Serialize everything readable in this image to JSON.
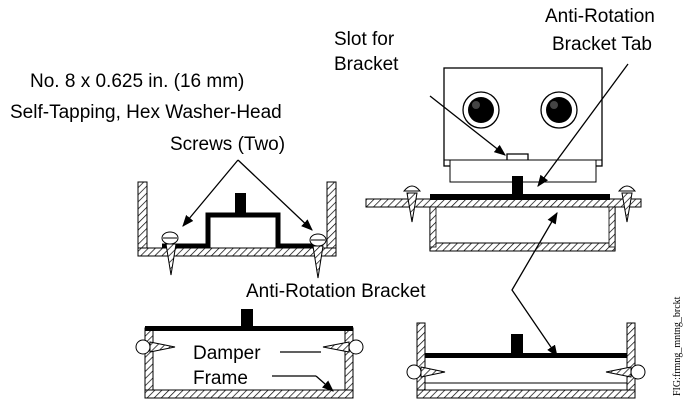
{
  "labels": {
    "slot_line1": "Slot for",
    "slot_line2": "Bracket",
    "tab_line1": "Anti-Rotation",
    "tab_line2": "Bracket Tab",
    "screws_line1": "No. 8 x 0.625 in. (16 mm)",
    "screws_line2": "Self-Tapping, Hex Washer-Head",
    "screws_line3": "Screws (Two)",
    "bracket": "Anti-Rotation Bracket",
    "damper_line1": "Damper",
    "damper_line2": "Frame",
    "figure_id": "FIG:frmng_mntng_brckt"
  },
  "colors": {
    "line": "#000000",
    "hatch": "#555555",
    "panel_fill": "#ffffff"
  }
}
